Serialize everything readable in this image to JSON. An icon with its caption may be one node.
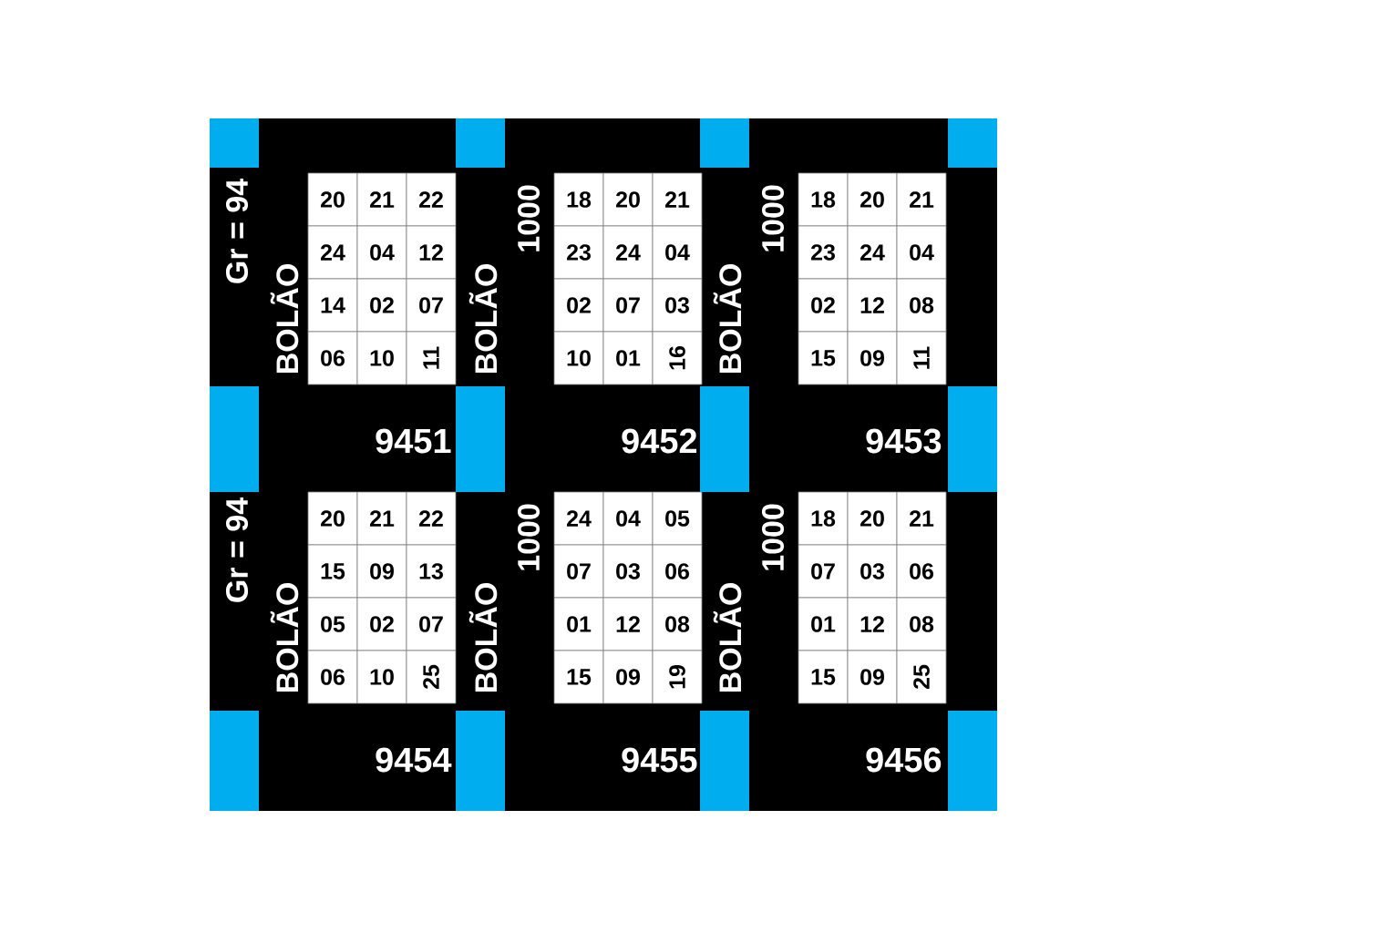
{
  "diagram": {
    "labels": [
      "Gr = 94",
      "BOLÃO",
      "20",
      "21",
      "22",
      "24",
      "04",
      "12",
      "14",
      "02",
      "07",
      "06",
      "10",
      "11",
      "9451",
      "BOLÃO",
      "1000",
      "18",
      "20",
      "21",
      "23",
      "24",
      "04",
      "02",
      "07",
      "03",
      "10",
      "01",
      "16",
      "9452",
      "BOLÃO",
      "1000",
      "18",
      "20",
      "21",
      "23",
      "24",
      "04",
      "02",
      "12",
      "08",
      "15",
      "09",
      "11",
      "9453",
      "Gr = 94",
      "BOLÃO",
      "20",
      "21",
      "22",
      "15",
      "09",
      "13",
      "05",
      "02",
      "07",
      "06",
      "10",
      "25",
      "9454",
      "BOLÃO",
      "1000",
      "24",
      "04",
      "05",
      "07",
      "03",
      "06",
      "01",
      "12",
      "08",
      "15",
      "09",
      "19",
      "9455",
      "BOLÃO",
      "1000",
      "18",
      "20",
      "21",
      "07",
      "03",
      "06",
      "01",
      "12",
      "08",
      "15",
      "09",
      "25",
      "9456"
    ]
  }
}
